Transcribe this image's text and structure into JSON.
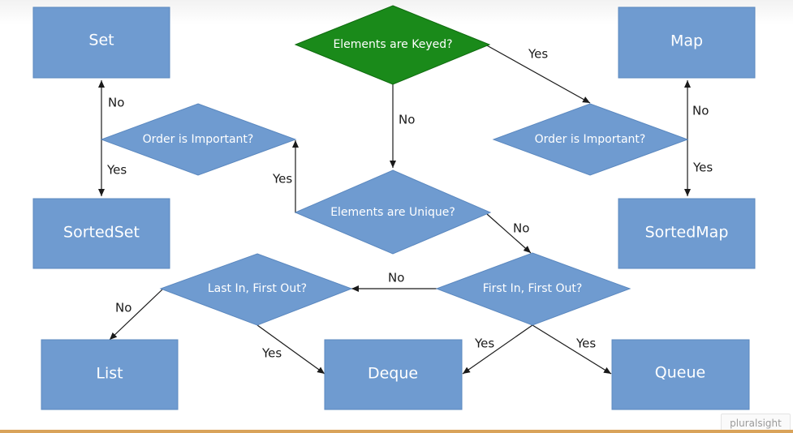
{
  "diagram": {
    "decisions": {
      "keyed": "Elements are Keyed?",
      "order_left": "Order is Important?",
      "order_right": "Order is Important?",
      "unique": "Elements are Unique?",
      "fifo": "First In, First Out?",
      "lifo": "Last In, First Out?"
    },
    "outcomes": {
      "set": "Set",
      "sortedset": "SortedSet",
      "map": "Map",
      "sortedmap": "SortedMap",
      "list": "List",
      "deque": "Deque",
      "queue": "Queue"
    },
    "edge_labels": {
      "keyed_yes": "Yes",
      "keyed_no": "No",
      "order_left_no": "No",
      "order_left_yes": "Yes",
      "unique_yes": "Yes",
      "unique_no": "No",
      "order_right_no": "No",
      "order_right_yes": "Yes",
      "fifo_no": "No",
      "fifo_yes_deque": "Yes",
      "fifo_yes_queue": "Yes",
      "lifo_no": "No",
      "lifo_yes": "Yes"
    },
    "colors": {
      "box": "#6f9bd0",
      "start_decision": "#1a8a1a",
      "text": "#ffffff",
      "edge": "#1a1a1a"
    }
  },
  "branding": {
    "logo": "pluralsight"
  }
}
